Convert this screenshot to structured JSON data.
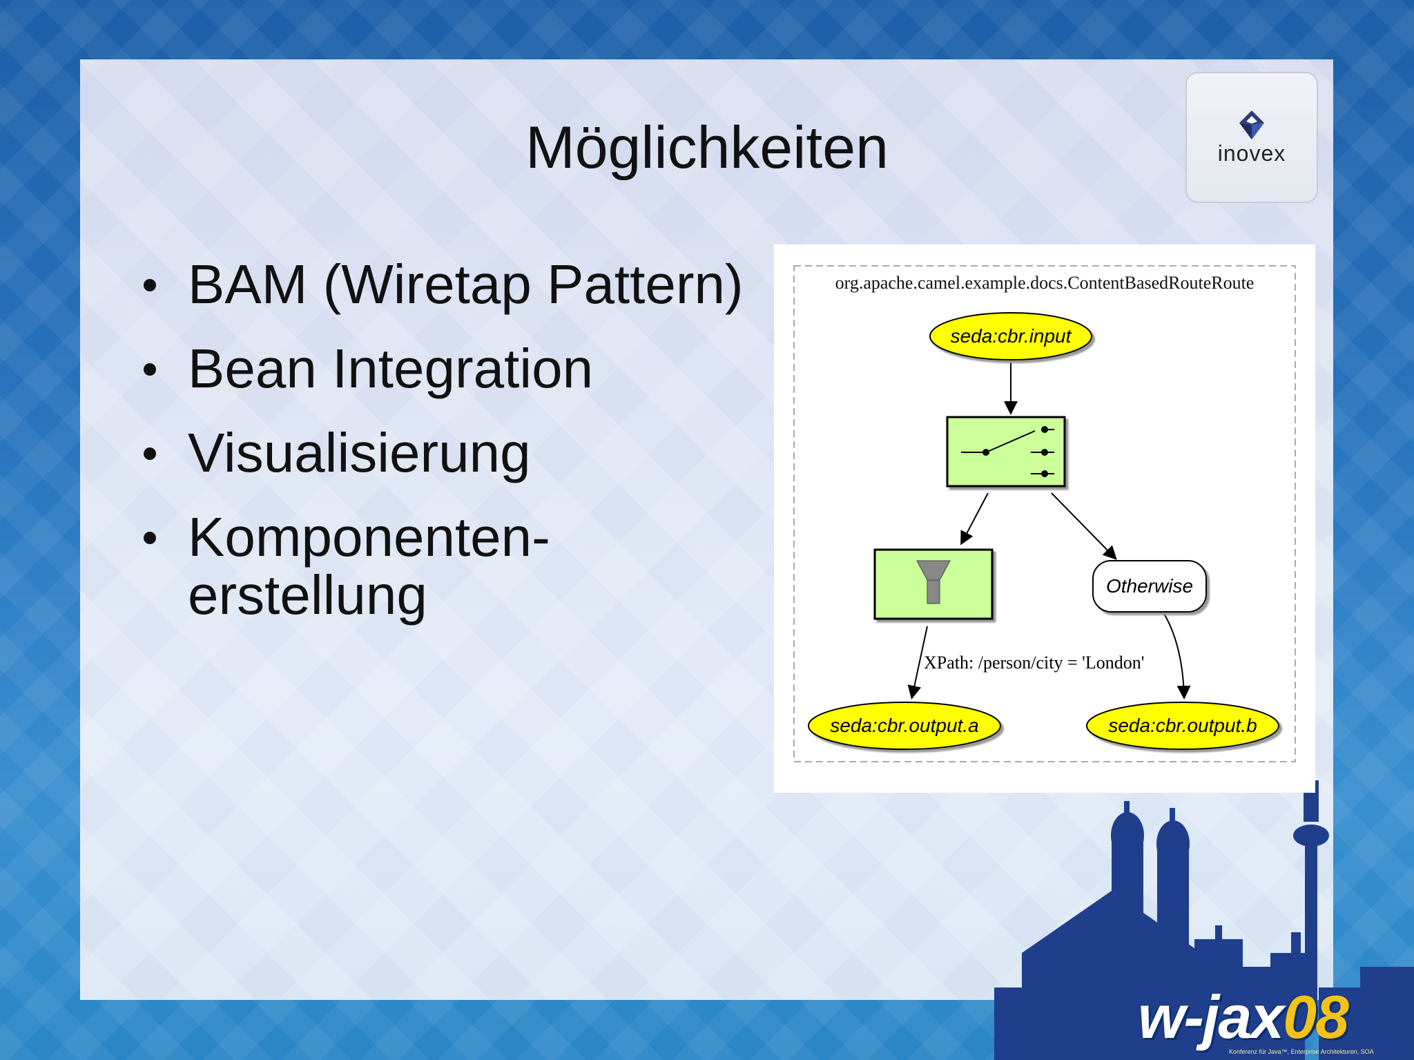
{
  "slide": {
    "title": "Möglichkeiten",
    "bullets": [
      {
        "line1": "BAM (Wiretap Pattern)",
        "line2": ""
      },
      {
        "line1": "Bean Integration",
        "line2": ""
      },
      {
        "line1": "Visualisierung",
        "line2": ""
      },
      {
        "line1": "Komponenten-",
        "line2": "erstellung"
      }
    ]
  },
  "logo": {
    "name": "inovex",
    "icon": "inovex-diamond-icon"
  },
  "diagram": {
    "header": "org.apache.camel.example.docs.ContentBasedRouteRoute",
    "nodes": {
      "input": "seda:cbr.input",
      "choice_icon": "switch-icon",
      "filter_icon": "funnel-icon",
      "otherwise": "Otherwise",
      "output_a": "seda:cbr.output.a",
      "output_b": "seda:cbr.output.b"
    },
    "edge_label": "XPath: /person/city = 'London'",
    "colors": {
      "endpoint": "#ffff00",
      "processor": "#ccff99"
    }
  },
  "branding": {
    "event_main": "w-jax",
    "event_year": "08",
    "event_tagline": "Konferenz für Java™, Enterprise Architekturen, SOA",
    "skyline_icon": "munich-skyline-icon"
  }
}
